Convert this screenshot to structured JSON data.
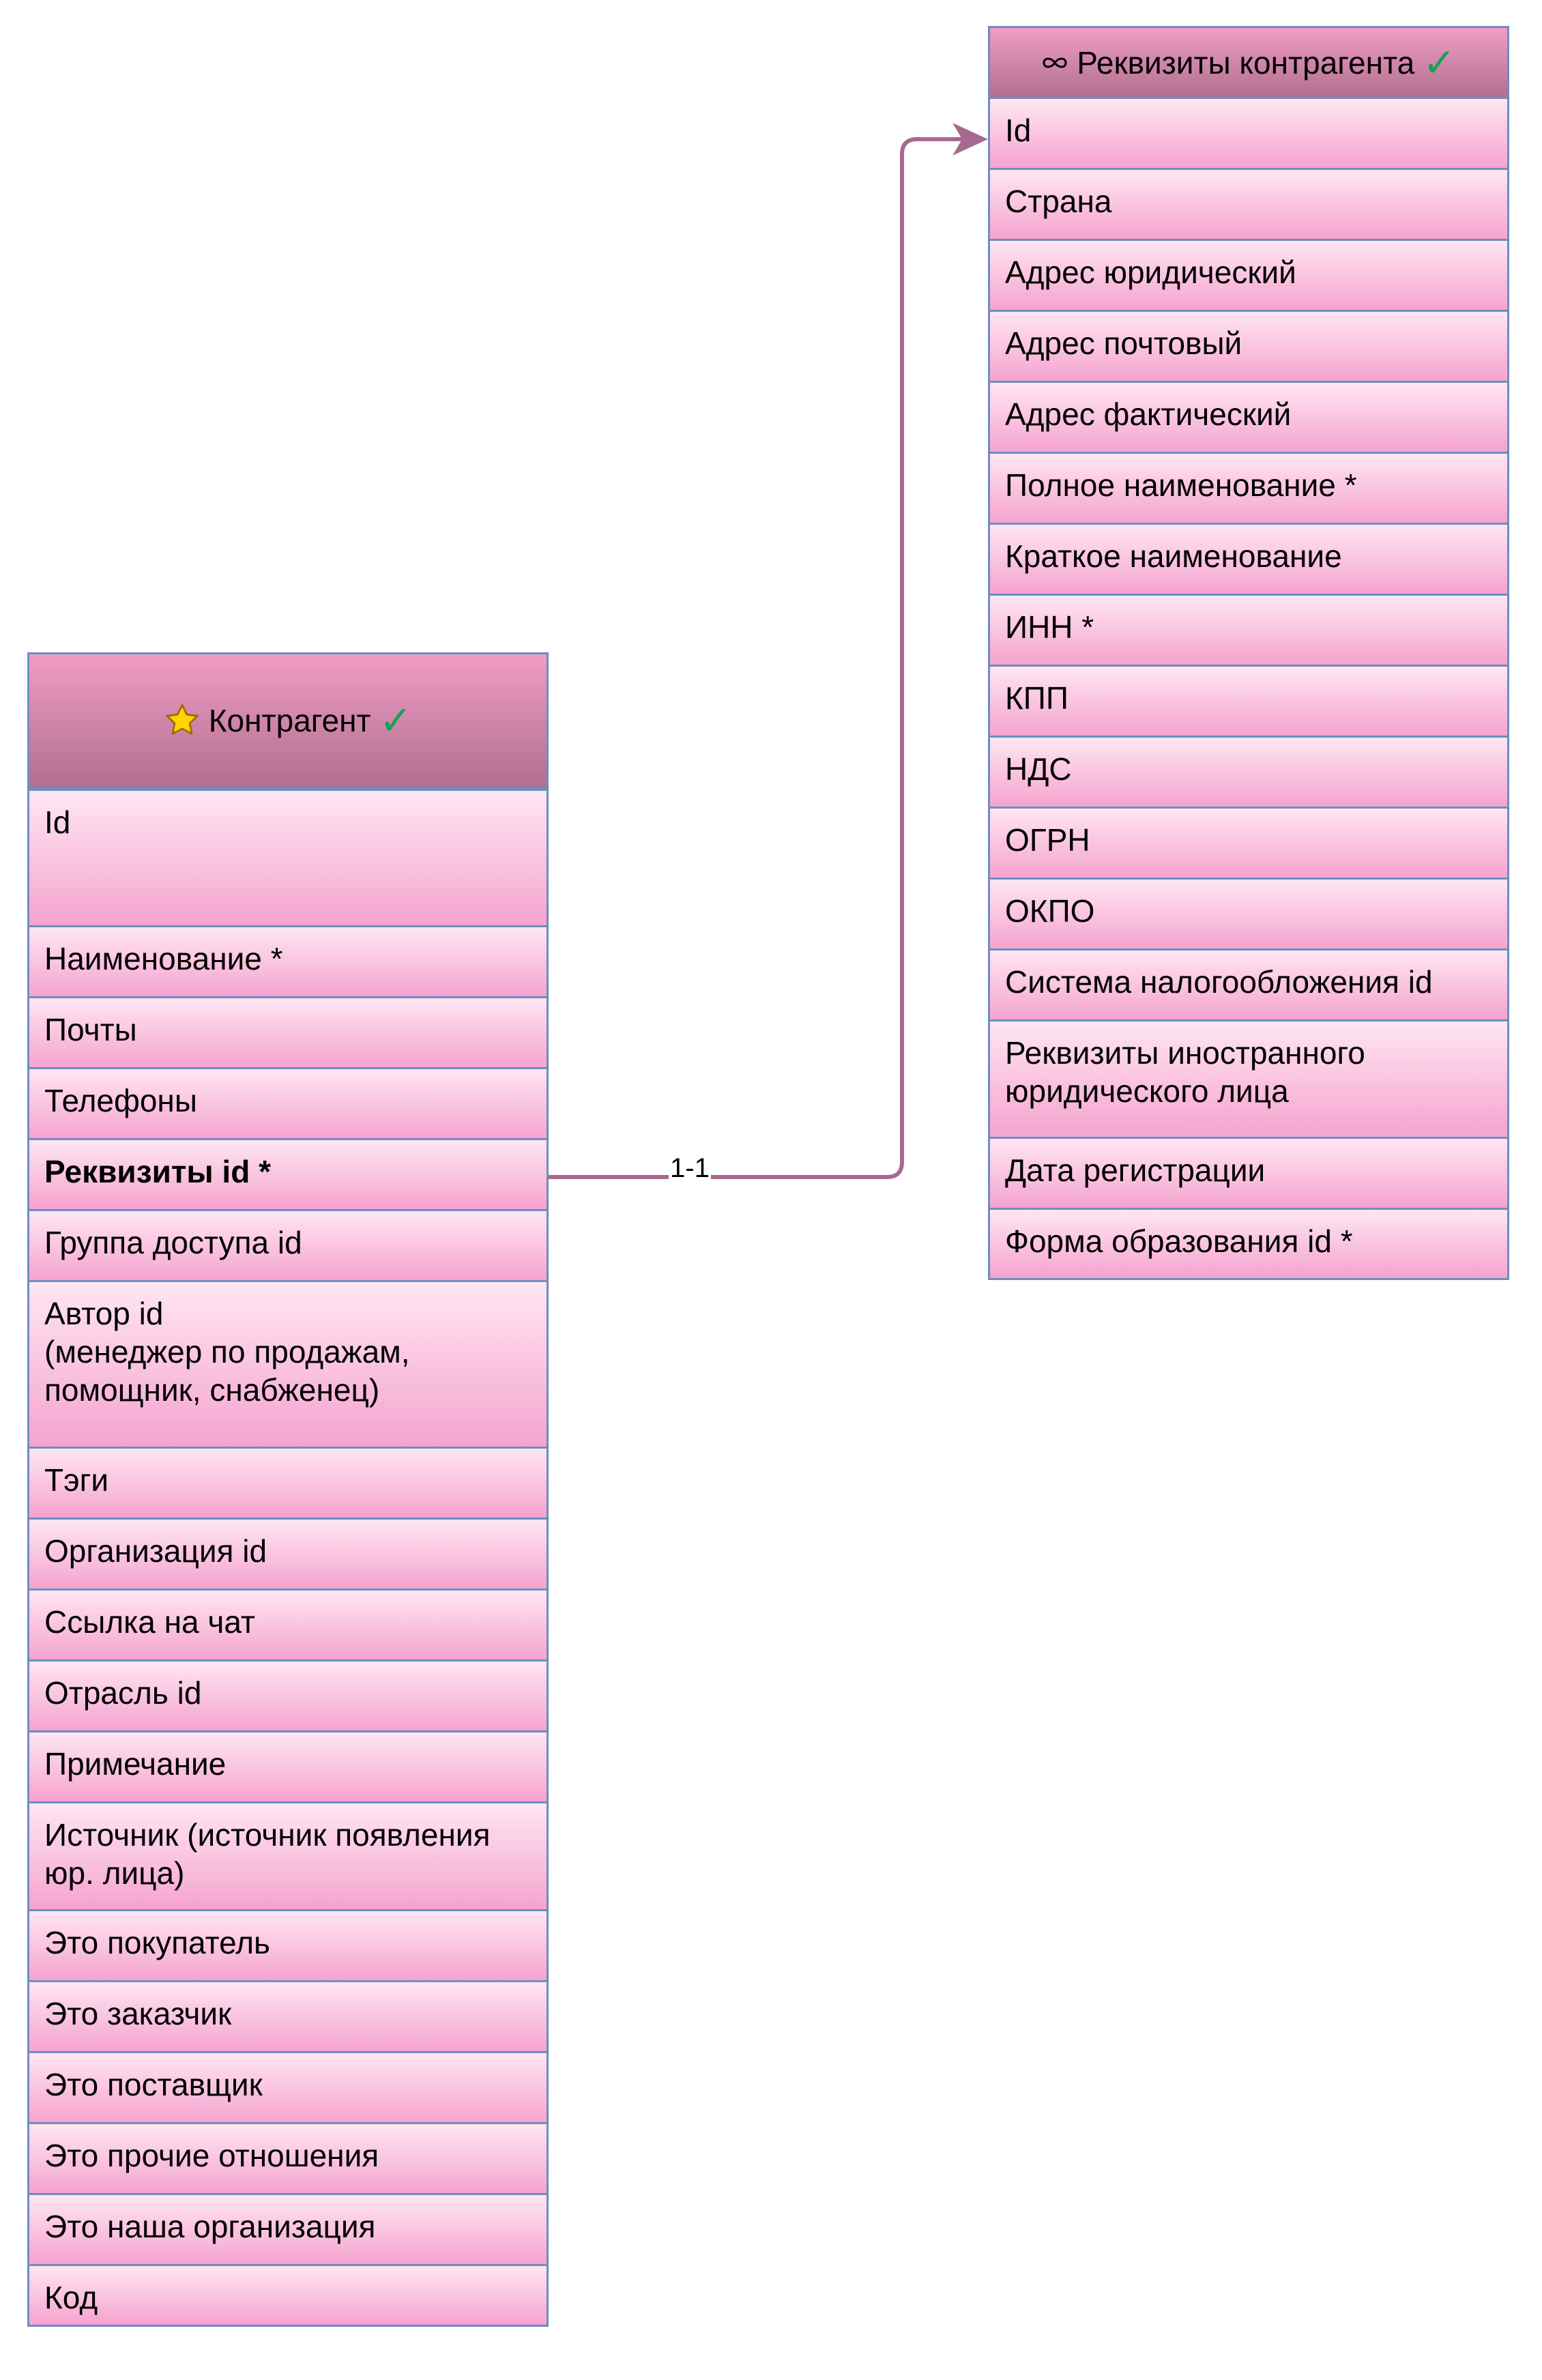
{
  "left_entity": {
    "header": {
      "icon": "star-icon",
      "title": "Контрагент",
      "check": "✓"
    },
    "rows": [
      {
        "label": "Id",
        "bold": false
      },
      {
        "label": "Наименование *",
        "bold": false
      },
      {
        "label": "Почты",
        "bold": false
      },
      {
        "label": "Телефоны",
        "bold": false
      },
      {
        "label": "Реквизиты id *",
        "bold": true
      },
      {
        "label": "Группа доступа id",
        "bold": false
      },
      {
        "label": "Автор id\n(менеджер по продажам,\nпомощник, снабженец)",
        "bold": false
      },
      {
        "label": "Тэги",
        "bold": false
      },
      {
        "label": "Организация id",
        "bold": false
      },
      {
        "label": "Ссылка на чат",
        "bold": false
      },
      {
        "label": "Отрасль id",
        "bold": false
      },
      {
        "label": "Примечание",
        "bold": false
      },
      {
        "label": "Источник (источник появления\nюр. лица)",
        "bold": false
      },
      {
        "label": "Это покупатель",
        "bold": false
      },
      {
        "label": "Это заказчик",
        "bold": false
      },
      {
        "label": "Это поставщик",
        "bold": false
      },
      {
        "label": "Это прочие отношения",
        "bold": false
      },
      {
        "label": "Это наша организация",
        "bold": false
      },
      {
        "label": "Код",
        "bold": false
      }
    ]
  },
  "right_entity": {
    "header": {
      "icon": "infinity-icon",
      "title": "Реквизиты контрагента",
      "check": "✓"
    },
    "rows": [
      {
        "label": "Id"
      },
      {
        "label": "Страна"
      },
      {
        "label": "Адрес юридический"
      },
      {
        "label": "Адрес почтовый"
      },
      {
        "label": "Адрес фактический"
      },
      {
        "label": "Полное наименование *"
      },
      {
        "label": "Краткое наименование"
      },
      {
        "label": "ИНН *"
      },
      {
        "label": "КПП"
      },
      {
        "label": "НДС"
      },
      {
        "label": "ОГРН"
      },
      {
        "label": "ОКПО"
      },
      {
        "label": "Система налогообложения id"
      },
      {
        "label": "Реквизиты иностранного\nюридического лица"
      },
      {
        "label": "Дата регистрации"
      },
      {
        "label": "Форма образования id *"
      }
    ]
  },
  "relationship": {
    "label": "1-1",
    "color": "#a86990"
  },
  "colors": {
    "border": "#6c8ebf",
    "check": "#18a058",
    "star": "#ffd400"
  }
}
